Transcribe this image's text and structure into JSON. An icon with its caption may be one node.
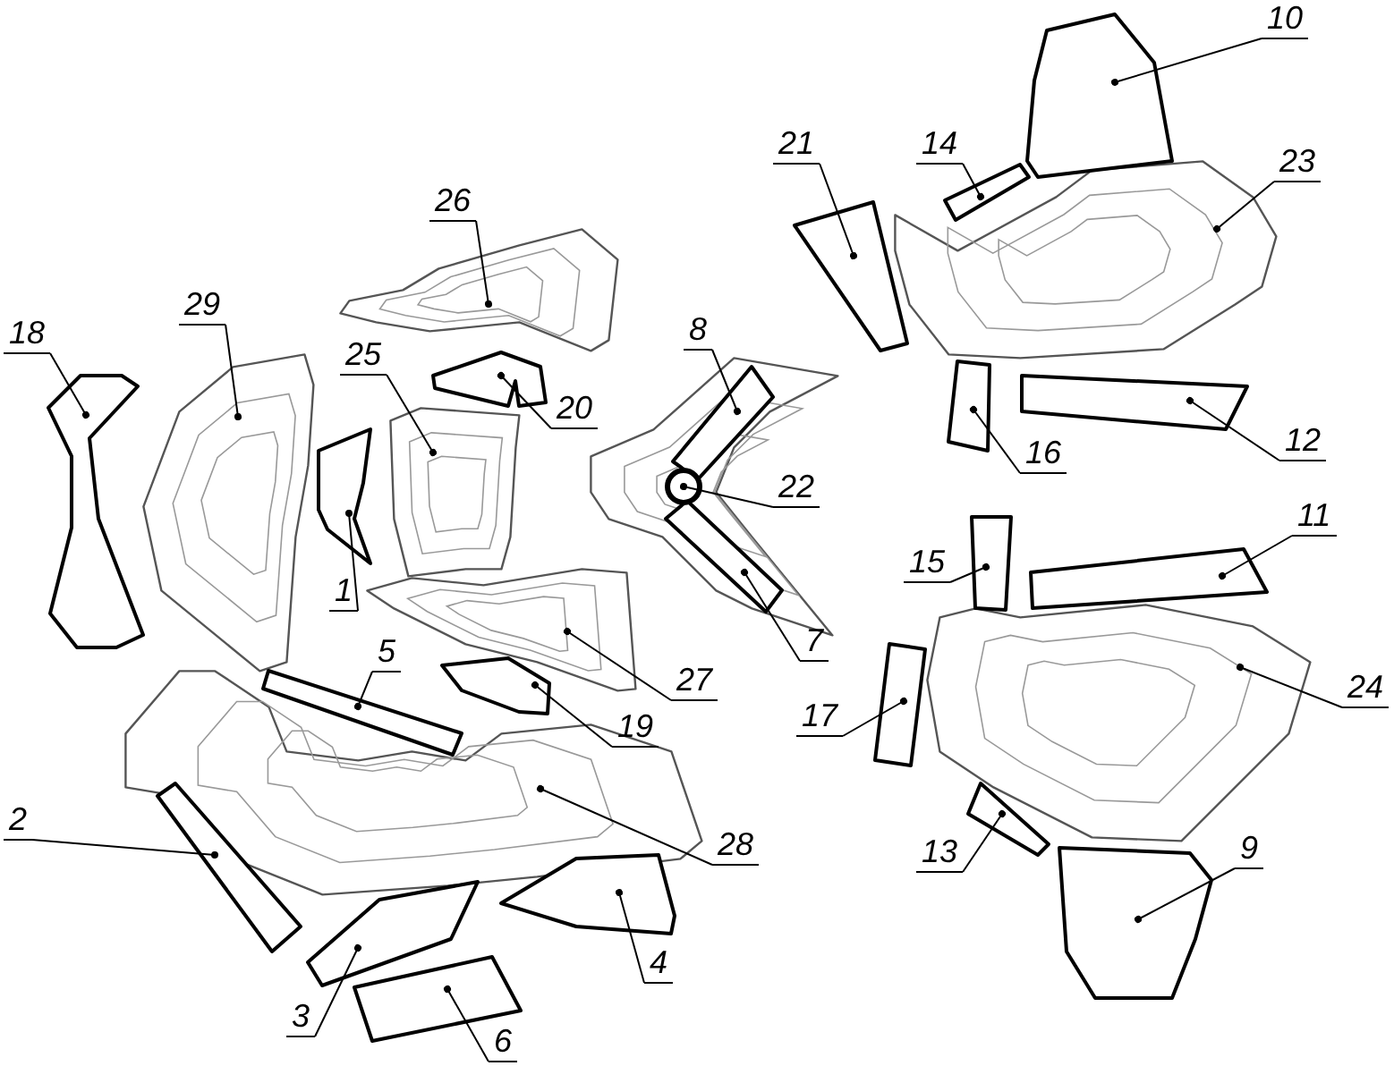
{
  "diagram": {
    "nodes": [
      {
        "text": [
          "1"
        ]
      },
      {
        "text": [
          "2"
        ]
      },
      {
        "text": [
          "3"
        ]
      },
      {
        "text": [
          "4"
        ]
      },
      {
        "text": [
          "5"
        ]
      },
      {
        "text": [
          "6"
        ]
      },
      {
        "text": [
          "7"
        ]
      },
      {
        "text": [
          "8"
        ]
      },
      {
        "text": [
          "9"
        ]
      },
      {
        "text": [
          "10"
        ]
      },
      {
        "text": [
          "11"
        ]
      },
      {
        "text": [
          "12"
        ]
      },
      {
        "text": [
          "13"
        ]
      },
      {
        "text": [
          "14"
        ]
      },
      {
        "text": [
          "15"
        ]
      },
      {
        "text": [
          "16"
        ]
      },
      {
        "text": [
          "17"
        ]
      },
      {
        "text": [
          "18"
        ]
      },
      {
        "text": [
          "19"
        ]
      },
      {
        "text": [
          "20"
        ]
      },
      {
        "text": [
          "21"
        ]
      },
      {
        "text": [
          "22"
        ]
      },
      {
        "text": [
          "23"
        ]
      },
      {
        "text": [
          "24"
        ]
      },
      {
        "text": [
          "25"
        ]
      },
      {
        "text": [
          "26"
        ]
      },
      {
        "text": [
          "27"
        ]
      },
      {
        "text": [
          "28"
        ]
      },
      {
        "text": [
          "29"
        ]
      },
      {
        "text": [],
        "shape": "box"
      },
      {
        "text": [],
        "shape": "box"
      },
      {
        "text": [],
        "shape": "box"
      },
      {
        "text": [],
        "shape": "box"
      },
      {
        "text": [],
        "shape": "box"
      },
      {
        "text": [],
        "shape": "box"
      },
      {
        "text": [],
        "shape": "box"
      },
      {
        "text": [],
        "shape": "box"
      },
      {
        "text": [],
        "shape": "box"
      },
      {
        "text": [],
        "shape": "box"
      },
      {
        "text": [],
        "shape": "box"
      },
      {
        "text": [],
        "shape": "box"
      },
      {
        "text": [],
        "shape": "box"
      },
      {
        "text": [],
        "shape": "box"
      },
      {
        "text": [],
        "shape": "box"
      },
      {
        "text": [],
        "shape": "box"
      },
      {
        "text": [],
        "shape": "box"
      },
      {
        "text": [],
        "shape": "box"
      },
      {
        "text": [],
        "shape": "box"
      },
      {
        "text": [],
        "shape": "box"
      },
      {
        "text": [],
        "shape": "box"
      },
      {
        "text": [],
        "shape": "circle"
      },
      {
        "text": [],
        "shape": "picture"
      },
      {
        "text": [],
        "shape": "picture"
      },
      {
        "text": [],
        "shape": "picture"
      },
      {
        "text": [],
        "shape": "picture"
      },
      {
        "text": [],
        "shape": "picture"
      },
      {
        "text": [],
        "shape": "picture"
      },
      {
        "text": [],
        "shape": "picture"
      }
    ],
    "edges": [
      {
        "from": 0,
        "to": 29,
        "arrow": "other"
      },
      {
        "from": 1,
        "to": 30,
        "arrow": "other"
      },
      {
        "from": 2,
        "to": 31,
        "arrow": "other"
      },
      {
        "from": 3,
        "to": 32,
        "arrow": "other"
      },
      {
        "from": 4,
        "to": 33,
        "arrow": "other"
      },
      {
        "from": 5,
        "to": 34,
        "arrow": "other"
      },
      {
        "from": 6,
        "to": 35,
        "arrow": "other"
      },
      {
        "from": 7,
        "to": 36,
        "arrow": "other"
      },
      {
        "from": 8,
        "to": 37,
        "arrow": "other"
      },
      {
        "from": 9,
        "to": 38,
        "arrow": "other"
      },
      {
        "from": 10,
        "to": 39,
        "arrow": "other"
      },
      {
        "from": 11,
        "to": 40,
        "arrow": "other"
      },
      {
        "from": 12,
        "to": 41,
        "arrow": "other"
      },
      {
        "from": 13,
        "to": 42,
        "arrow": "other"
      },
      {
        "from": 14,
        "to": 43,
        "arrow": "other"
      },
      {
        "from": 15,
        "to": 44,
        "arrow": "other"
      },
      {
        "from": 16,
        "to": 45,
        "arrow": "other"
      },
      {
        "from": 17,
        "to": 46,
        "arrow": "other"
      },
      {
        "from": 18,
        "to": 47,
        "arrow": "other"
      },
      {
        "from": 19,
        "to": 48,
        "arrow": "other"
      },
      {
        "from": 20,
        "to": 49,
        "arrow": "other"
      },
      {
        "from": 21,
        "to": 50,
        "arrow": "other"
      },
      {
        "from": 22,
        "to": 51,
        "arrow": "other"
      },
      {
        "from": 23,
        "to": 52,
        "arrow": "other"
      },
      {
        "from": 24,
        "to": 53,
        "arrow": "other"
      },
      {
        "from": 25,
        "to": 54,
        "arrow": "other"
      },
      {
        "from": 26,
        "to": 55,
        "arrow": "other"
      },
      {
        "from": 27,
        "to": 56,
        "arrow": "other"
      },
      {
        "from": 28,
        "to": 57,
        "arrow": "other"
      }
    ]
  }
}
